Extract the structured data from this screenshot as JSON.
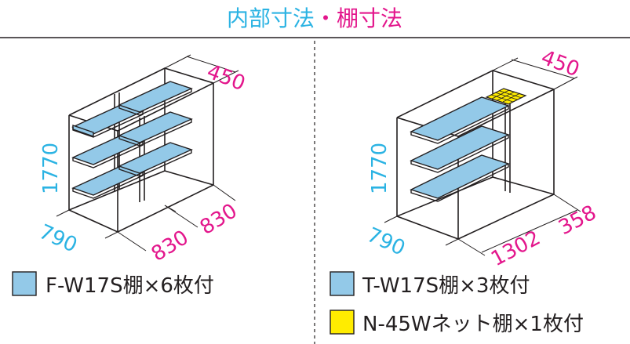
{
  "header": {
    "title_part1": "内部寸法",
    "title_separator": "・",
    "title_part2": "棚寸法"
  },
  "colors": {
    "cyan": "#2bb3e3",
    "pink": "#e3168c",
    "shelf_fill": "#93c9e8",
    "net_fill": "#ffec00",
    "line": "#231f20"
  },
  "left_panel": {
    "dim_depth": "450",
    "dim_height": "1770",
    "dim_front_width": "790",
    "dim_shelf_width_1": "830",
    "dim_shelf_width_2": "830",
    "legend": [
      {
        "swatch": "shelf",
        "text": "F-W17S棚×6枚付"
      }
    ]
  },
  "right_panel": {
    "dim_depth": "450",
    "dim_height": "1770",
    "dim_front_width": "790",
    "dim_shelf_width_1": "1302",
    "dim_shelf_width_2": "358",
    "legend": [
      {
        "swatch": "shelf",
        "text": "T-W17S棚×3枚付"
      },
      {
        "swatch": "net",
        "text": "N-45Wネット棚×1枚付"
      }
    ]
  }
}
